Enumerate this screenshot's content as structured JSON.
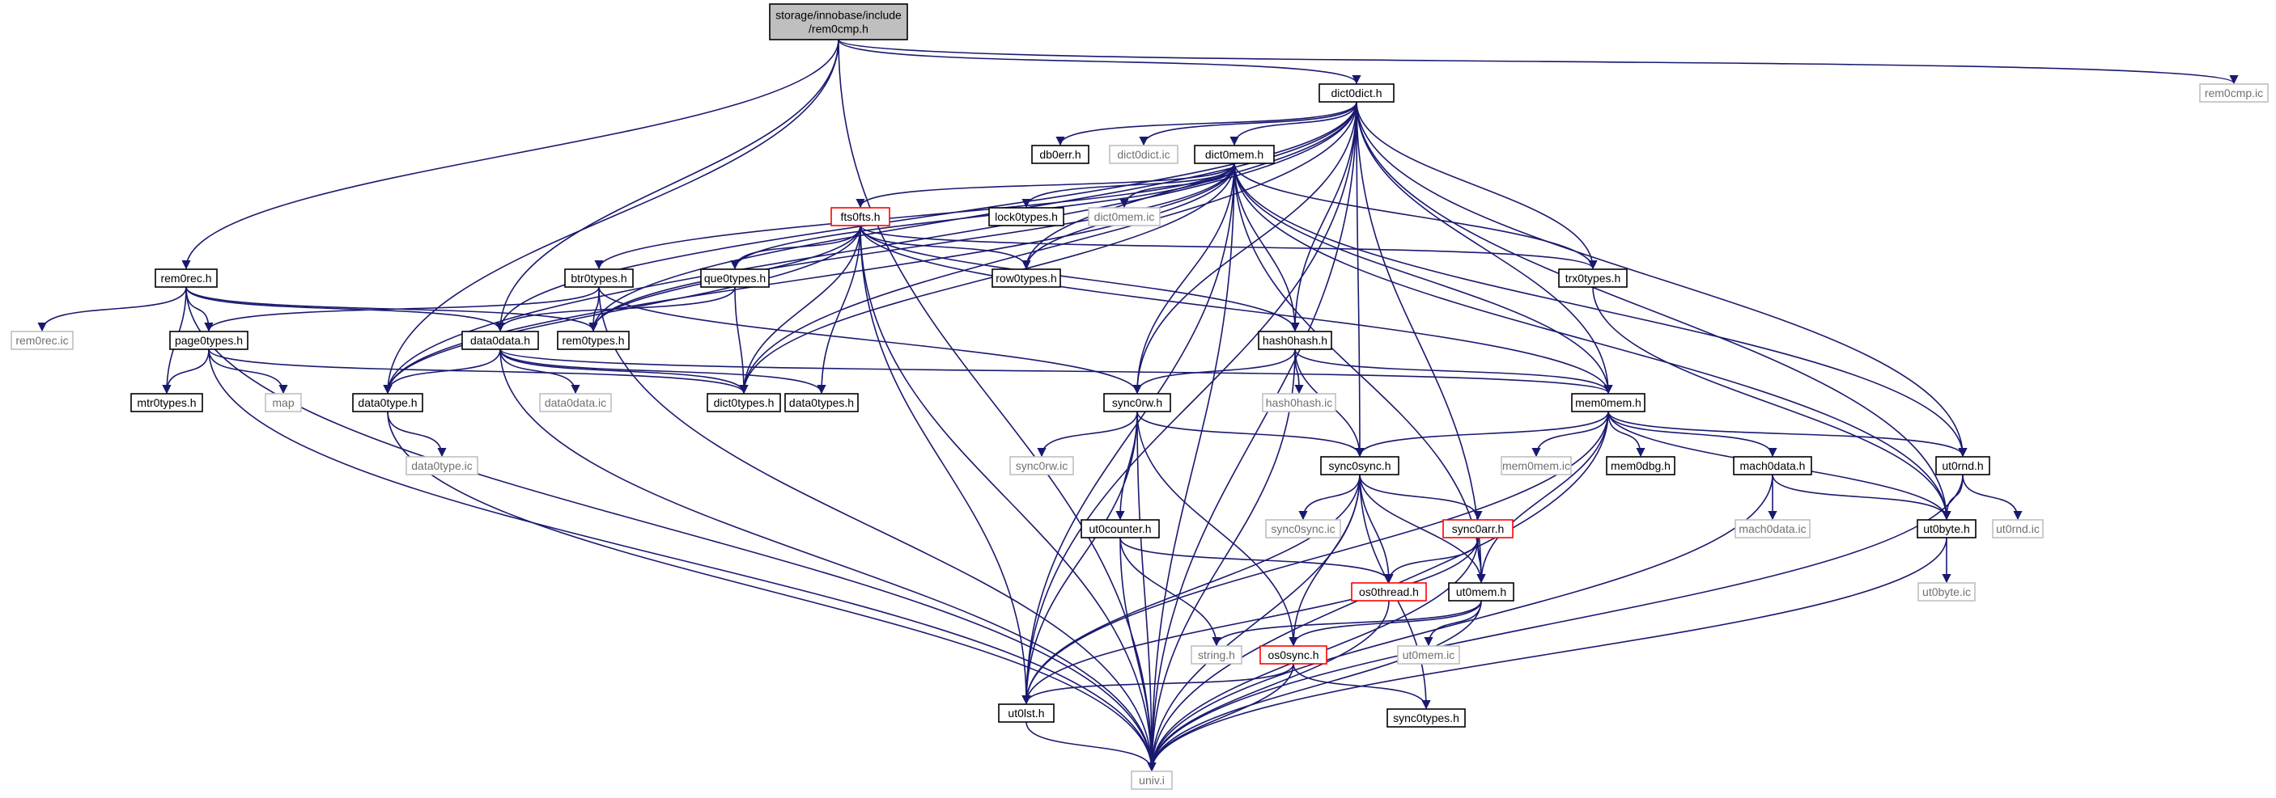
{
  "colors": {
    "edge": "#191970",
    "box_default": "#000000",
    "box_root_fill": "#bfbfbf",
    "box_truncated": "#ff0000",
    "box_external": "#bfbfbf",
    "text": "#000000",
    "text_external": "#707070"
  },
  "nodes": [
    {
      "id": "root",
      "label": "storage/innobase/include\n/rem0cmp.h",
      "style": "root"
    },
    {
      "id": "dict0dict_h",
      "label": "dict0dict.h",
      "style": "normal"
    },
    {
      "id": "rem0cmp_ic",
      "label": "rem0cmp.ic",
      "style": "external"
    },
    {
      "id": "db0err_h",
      "label": "db0err.h",
      "style": "normal"
    },
    {
      "id": "dict0dict_ic",
      "label": "dict0dict.ic",
      "style": "external"
    },
    {
      "id": "dict0mem_h",
      "label": "dict0mem.h",
      "style": "normal"
    },
    {
      "id": "fts0fts_h",
      "label": "fts0fts.h",
      "style": "truncated"
    },
    {
      "id": "lock0types_h",
      "label": "lock0types.h",
      "style": "normal"
    },
    {
      "id": "dict0mem_ic",
      "label": "dict0mem.ic",
      "style": "external"
    },
    {
      "id": "rem0rec_h",
      "label": "rem0rec.h",
      "style": "normal"
    },
    {
      "id": "btr0types_h",
      "label": "btr0types.h",
      "style": "normal"
    },
    {
      "id": "que0types_h",
      "label": "que0types.h",
      "style": "normal"
    },
    {
      "id": "row0types_h",
      "label": "row0types.h",
      "style": "normal"
    },
    {
      "id": "trx0types_h",
      "label": "trx0types.h",
      "style": "normal"
    },
    {
      "id": "rem0rec_ic",
      "label": "rem0rec.ic",
      "style": "external"
    },
    {
      "id": "page0types_h",
      "label": "page0types.h",
      "style": "normal"
    },
    {
      "id": "data0data_h",
      "label": "data0data.h",
      "style": "normal"
    },
    {
      "id": "rem0types_h",
      "label": "rem0types.h",
      "style": "normal"
    },
    {
      "id": "hash0hash_h",
      "label": "hash0hash.h",
      "style": "normal"
    },
    {
      "id": "mtr0types_h",
      "label": "mtr0types.h",
      "style": "normal"
    },
    {
      "id": "map",
      "label": "map",
      "style": "external"
    },
    {
      "id": "data0type_h",
      "label": "data0type.h",
      "style": "normal"
    },
    {
      "id": "data0data_ic",
      "label": "data0data.ic",
      "style": "external"
    },
    {
      "id": "dict0types_h",
      "label": "dict0types.h",
      "style": "normal"
    },
    {
      "id": "data0types_h",
      "label": "data0types.h",
      "style": "normal"
    },
    {
      "id": "sync0rw_h",
      "label": "sync0rw.h",
      "style": "normal"
    },
    {
      "id": "hash0hash_ic",
      "label": "hash0hash.ic",
      "style": "external"
    },
    {
      "id": "mem0mem_h",
      "label": "mem0mem.h",
      "style": "normal"
    },
    {
      "id": "data0type_ic",
      "label": "data0type.ic",
      "style": "external"
    },
    {
      "id": "sync0rw_ic",
      "label": "sync0rw.ic",
      "style": "external"
    },
    {
      "id": "sync0sync_h",
      "label": "sync0sync.h",
      "style": "normal"
    },
    {
      "id": "mem0mem_ic",
      "label": "mem0mem.ic",
      "style": "external"
    },
    {
      "id": "mem0dbg_h",
      "label": "mem0dbg.h",
      "style": "normal"
    },
    {
      "id": "mach0data_h",
      "label": "mach0data.h",
      "style": "normal"
    },
    {
      "id": "ut0rnd_h",
      "label": "ut0rnd.h",
      "style": "normal"
    },
    {
      "id": "ut0counter_h",
      "label": "ut0counter.h",
      "style": "normal"
    },
    {
      "id": "sync0sync_ic",
      "label": "sync0sync.ic",
      "style": "external"
    },
    {
      "id": "sync0arr_h",
      "label": "sync0arr.h",
      "style": "truncated"
    },
    {
      "id": "mach0data_ic",
      "label": "mach0data.ic",
      "style": "external"
    },
    {
      "id": "ut0byte_h",
      "label": "ut0byte.h",
      "style": "normal"
    },
    {
      "id": "ut0rnd_ic",
      "label": "ut0rnd.ic",
      "style": "external"
    },
    {
      "id": "os0thread_h",
      "label": "os0thread.h",
      "style": "truncated"
    },
    {
      "id": "ut0mem_h",
      "label": "ut0mem.h",
      "style": "normal"
    },
    {
      "id": "ut0byte_ic",
      "label": "ut0byte.ic",
      "style": "external"
    },
    {
      "id": "string_h",
      "label": "string.h",
      "style": "external"
    },
    {
      "id": "os0sync_h",
      "label": "os0sync.h",
      "style": "truncated"
    },
    {
      "id": "ut0mem_ic",
      "label": "ut0mem.ic",
      "style": "external"
    },
    {
      "id": "ut0lst_h",
      "label": "ut0lst.h",
      "style": "normal"
    },
    {
      "id": "sync0types_h",
      "label": "sync0types.h",
      "style": "normal"
    },
    {
      "id": "univ_i",
      "label": "univ.i",
      "style": "external"
    }
  ],
  "edges": [
    [
      "root",
      "dict0dict_h"
    ],
    [
      "root",
      "rem0cmp_ic"
    ],
    [
      "root",
      "rem0rec_h"
    ],
    [
      "root",
      "data0data_h"
    ],
    [
      "root",
      "data0type_h"
    ],
    [
      "root",
      "univ_i"
    ],
    [
      "dict0dict_h",
      "db0err_h"
    ],
    [
      "dict0dict_h",
      "dict0dict_ic"
    ],
    [
      "dict0dict_h",
      "dict0mem_h"
    ],
    [
      "dict0dict_h",
      "rem0types_h"
    ],
    [
      "dict0dict_h",
      "data0data_h"
    ],
    [
      "dict0dict_h",
      "data0type_h"
    ],
    [
      "dict0dict_h",
      "dict0types_h"
    ],
    [
      "dict0dict_h",
      "row0types_h"
    ],
    [
      "dict0dict_h",
      "trx0types_h"
    ],
    [
      "dict0dict_h",
      "hash0hash_h"
    ],
    [
      "dict0dict_h",
      "sync0rw_h"
    ],
    [
      "dict0dict_h",
      "mem0mem_h"
    ],
    [
      "dict0dict_h",
      "sync0sync_h"
    ],
    [
      "dict0dict_h",
      "ut0rnd_h"
    ],
    [
      "dict0dict_h",
      "ut0byte_h"
    ],
    [
      "dict0dict_h",
      "ut0mem_h"
    ],
    [
      "dict0dict_h",
      "ut0lst_h"
    ],
    [
      "dict0dict_h",
      "univ_i"
    ],
    [
      "dict0mem_h",
      "fts0fts_h"
    ],
    [
      "dict0mem_h",
      "lock0types_h"
    ],
    [
      "dict0mem_h",
      "dict0mem_ic"
    ],
    [
      "dict0mem_h",
      "btr0types_h"
    ],
    [
      "dict0mem_h",
      "que0types_h"
    ],
    [
      "dict0mem_h",
      "row0types_h"
    ],
    [
      "dict0mem_h",
      "trx0types_h"
    ],
    [
      "dict0mem_h",
      "rem0types_h"
    ],
    [
      "dict0mem_h",
      "data0type_h"
    ],
    [
      "dict0mem_h",
      "dict0types_h"
    ],
    [
      "dict0mem_h",
      "hash0hash_h"
    ],
    [
      "dict0mem_h",
      "sync0rw_h"
    ],
    [
      "dict0mem_h",
      "mem0mem_h"
    ],
    [
      "dict0mem_h",
      "ut0rnd_h"
    ],
    [
      "dict0mem_h",
      "ut0byte_h"
    ],
    [
      "dict0mem_h",
      "ut0mem_h"
    ],
    [
      "dict0mem_h",
      "ut0lst_h"
    ],
    [
      "dict0mem_h",
      "univ_i"
    ],
    [
      "fts0fts_h",
      "que0types_h"
    ],
    [
      "fts0fts_h",
      "row0types_h"
    ],
    [
      "fts0fts_h",
      "trx0types_h"
    ],
    [
      "fts0fts_h",
      "rem0types_h"
    ],
    [
      "fts0fts_h",
      "data0type_h"
    ],
    [
      "fts0fts_h",
      "dict0types_h"
    ],
    [
      "fts0fts_h",
      "data0types_h"
    ],
    [
      "fts0fts_h",
      "hash0hash_h"
    ],
    [
      "fts0fts_h",
      "mem0mem_h"
    ],
    [
      "fts0fts_h",
      "ut0lst_h"
    ],
    [
      "fts0fts_h",
      "univ_i"
    ],
    [
      "rem0rec_h",
      "rem0rec_ic"
    ],
    [
      "rem0rec_h",
      "page0types_h"
    ],
    [
      "rem0rec_h",
      "mtr0types_h"
    ],
    [
      "rem0rec_h",
      "data0data_h"
    ],
    [
      "rem0rec_h",
      "rem0types_h"
    ],
    [
      "rem0rec_h",
      "univ_i"
    ],
    [
      "btr0types_h",
      "page0types_h"
    ],
    [
      "btr0types_h",
      "rem0types_h"
    ],
    [
      "btr0types_h",
      "sync0rw_h"
    ],
    [
      "btr0types_h",
      "univ_i"
    ],
    [
      "que0types_h",
      "data0data_h"
    ],
    [
      "que0types_h",
      "dict0types_h"
    ],
    [
      "trx0types_h",
      "ut0byte_h"
    ],
    [
      "page0types_h",
      "mtr0types_h"
    ],
    [
      "page0types_h",
      "map"
    ],
    [
      "page0types_h",
      "dict0types_h"
    ],
    [
      "page0types_h",
      "univ_i"
    ],
    [
      "data0data_h",
      "data0type_h"
    ],
    [
      "data0data_h",
      "data0data_ic"
    ],
    [
      "data0data_h",
      "dict0types_h"
    ],
    [
      "data0data_h",
      "data0types_h"
    ],
    [
      "data0data_h",
      "mem0mem_h"
    ],
    [
      "data0data_h",
      "univ_i"
    ],
    [
      "hash0hash_h",
      "hash0hash_ic"
    ],
    [
      "hash0hash_h",
      "sync0rw_h"
    ],
    [
      "hash0hash_h",
      "sync0sync_h"
    ],
    [
      "hash0hash_h",
      "mem0mem_h"
    ],
    [
      "hash0hash_h",
      "univ_i"
    ],
    [
      "data0type_h",
      "data0type_ic"
    ],
    [
      "data0type_h",
      "univ_i"
    ],
    [
      "sync0rw_h",
      "sync0rw_ic"
    ],
    [
      "sync0rw_h",
      "sync0sync_h"
    ],
    [
      "sync0rw_h",
      "ut0counter_h"
    ],
    [
      "sync0rw_h",
      "os0sync_h"
    ],
    [
      "sync0rw_h",
      "ut0lst_h"
    ],
    [
      "sync0rw_h",
      "univ_i"
    ],
    [
      "mem0mem_h",
      "mem0mem_ic"
    ],
    [
      "mem0mem_h",
      "mem0dbg_h"
    ],
    [
      "mem0mem_h",
      "mach0data_h"
    ],
    [
      "mem0mem_h",
      "ut0rnd_h"
    ],
    [
      "mem0mem_h",
      "ut0byte_h"
    ],
    [
      "mem0mem_h",
      "sync0sync_h"
    ],
    [
      "mem0mem_h",
      "ut0mem_h"
    ],
    [
      "mem0mem_h",
      "ut0lst_h"
    ],
    [
      "mem0mem_h",
      "univ_i"
    ],
    [
      "sync0sync_h",
      "sync0sync_ic"
    ],
    [
      "sync0sync_h",
      "sync0arr_h"
    ],
    [
      "sync0sync_h",
      "os0thread_h"
    ],
    [
      "sync0sync_h",
      "ut0mem_h"
    ],
    [
      "sync0sync_h",
      "os0sync_h"
    ],
    [
      "sync0sync_h",
      "ut0lst_h"
    ],
    [
      "sync0sync_h",
      "sync0types_h"
    ],
    [
      "sync0sync_h",
      "univ_i"
    ],
    [
      "mach0data_h",
      "mach0data_ic"
    ],
    [
      "mach0data_h",
      "ut0byte_h"
    ],
    [
      "mach0data_h",
      "univ_i"
    ],
    [
      "ut0rnd_h",
      "ut0byte_h"
    ],
    [
      "ut0rnd_h",
      "ut0rnd_ic"
    ],
    [
      "ut0rnd_h",
      "univ_i"
    ],
    [
      "ut0counter_h",
      "os0thread_h"
    ],
    [
      "ut0counter_h",
      "string_h"
    ],
    [
      "ut0counter_h",
      "univ_i"
    ],
    [
      "sync0arr_h",
      "os0thread_h"
    ],
    [
      "sync0arr_h",
      "ut0mem_h"
    ],
    [
      "sync0arr_h",
      "ut0lst_h"
    ],
    [
      "sync0arr_h",
      "univ_i"
    ],
    [
      "ut0byte_h",
      "ut0byte_ic"
    ],
    [
      "ut0byte_h",
      "univ_i"
    ],
    [
      "os0thread_h",
      "univ_i"
    ],
    [
      "ut0mem_h",
      "string_h"
    ],
    [
      "ut0mem_h",
      "os0sync_h"
    ],
    [
      "ut0mem_h",
      "ut0mem_ic"
    ],
    [
      "ut0mem_h",
      "univ_i"
    ],
    [
      "os0sync_h",
      "ut0lst_h"
    ],
    [
      "os0sync_h",
      "sync0types_h"
    ],
    [
      "os0sync_h",
      "univ_i"
    ],
    [
      "ut0lst_h",
      "univ_i"
    ]
  ]
}
